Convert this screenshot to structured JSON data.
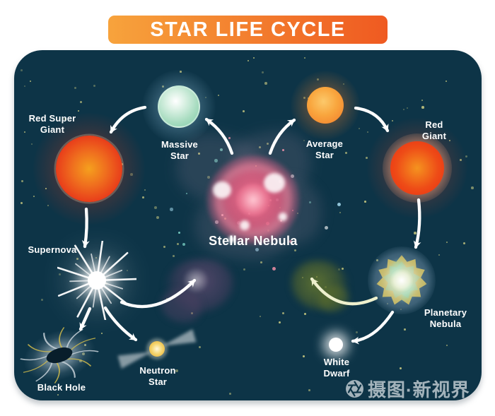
{
  "title": "STAR LIFE CYCLE",
  "nodes": {
    "stellar_nebula": {
      "label_lines": [
        "Stellar Nebula"
      ]
    },
    "massive_star": {
      "label_lines": [
        "Massive",
        "Star"
      ]
    },
    "average_star": {
      "label_lines": [
        "Average",
        "Star"
      ]
    },
    "red_super_giant": {
      "label_lines": [
        "Red Super",
        "Giant"
      ]
    },
    "red_giant": {
      "label_lines": [
        "Red",
        "Giant"
      ]
    },
    "supernova": {
      "label_lines": [
        "Supernova"
      ]
    },
    "black_hole": {
      "label_lines": [
        "Black Hole"
      ]
    },
    "neutron_star": {
      "label_lines": [
        "Neutron",
        "Star"
      ]
    },
    "planetary_nebula": {
      "label_lines": [
        "Planetary",
        "Nebula"
      ]
    },
    "white_dwarf": {
      "label_lines": [
        "White",
        "Dwarf"
      ]
    }
  },
  "edges": [
    {
      "from": "stellar_nebula",
      "to": "massive_star"
    },
    {
      "from": "stellar_nebula",
      "to": "average_star"
    },
    {
      "from": "massive_star",
      "to": "red_super_giant"
    },
    {
      "from": "average_star",
      "to": "red_giant"
    },
    {
      "from": "red_super_giant",
      "to": "supernova"
    },
    {
      "from": "red_giant",
      "to": "planetary_nebula"
    },
    {
      "from": "supernova",
      "to": "black_hole"
    },
    {
      "from": "supernova",
      "to": "neutron_star"
    },
    {
      "from": "supernova",
      "to": "remnant_cloud"
    },
    {
      "from": "planetary_nebula",
      "to": "gas_cloud"
    },
    {
      "from": "planetary_nebula",
      "to": "white_dwarf"
    }
  ],
  "watermark": {
    "text": "摄图·新视界",
    "icon": "camera-shutter-icon"
  },
  "colors": {
    "banner_gradient_start": "#f7a33c",
    "banner_gradient_end": "#ef5a21",
    "panel_background": "#0d3447",
    "label_text": "#ffffff",
    "arrow": "#ffffff",
    "arrow_alt": "#eef0cd",
    "star_speckle": "#b9bd7c"
  }
}
